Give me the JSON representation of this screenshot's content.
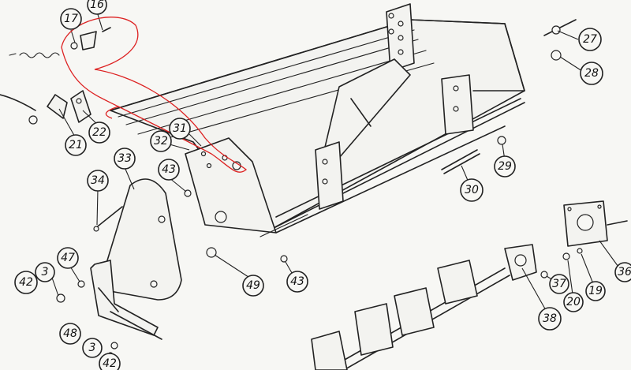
{
  "diagram": {
    "callouts": [
      {
        "id": "c16",
        "label": "16"
      },
      {
        "id": "c17",
        "label": "17"
      },
      {
        "id": "c21",
        "label": "21"
      },
      {
        "id": "c22",
        "label": "22"
      },
      {
        "id": "c31",
        "label": "31"
      },
      {
        "id": "c32",
        "label": "32"
      },
      {
        "id": "c33",
        "label": "33"
      },
      {
        "id": "c34",
        "label": "34"
      },
      {
        "id": "c43a",
        "label": "43"
      },
      {
        "id": "c43b",
        "label": "43"
      },
      {
        "id": "c49",
        "label": "49"
      },
      {
        "id": "c47",
        "label": "47"
      },
      {
        "id": "c3a",
        "label": "3"
      },
      {
        "id": "c42a",
        "label": "42"
      },
      {
        "id": "c48",
        "label": "48"
      },
      {
        "id": "c3b",
        "label": "3"
      },
      {
        "id": "c42b",
        "label": "42"
      },
      {
        "id": "c27",
        "label": "27"
      },
      {
        "id": "c28",
        "label": "28"
      },
      {
        "id": "c29",
        "label": "29"
      },
      {
        "id": "c30",
        "label": "30"
      },
      {
        "id": "c38",
        "label": "38"
      },
      {
        "id": "c37",
        "label": "37"
      },
      {
        "id": "c20",
        "label": "20"
      },
      {
        "id": "c19",
        "label": "19"
      },
      {
        "id": "c36",
        "label": "36"
      }
    ],
    "markup_color": "#d22222",
    "line_color": "#222222"
  }
}
